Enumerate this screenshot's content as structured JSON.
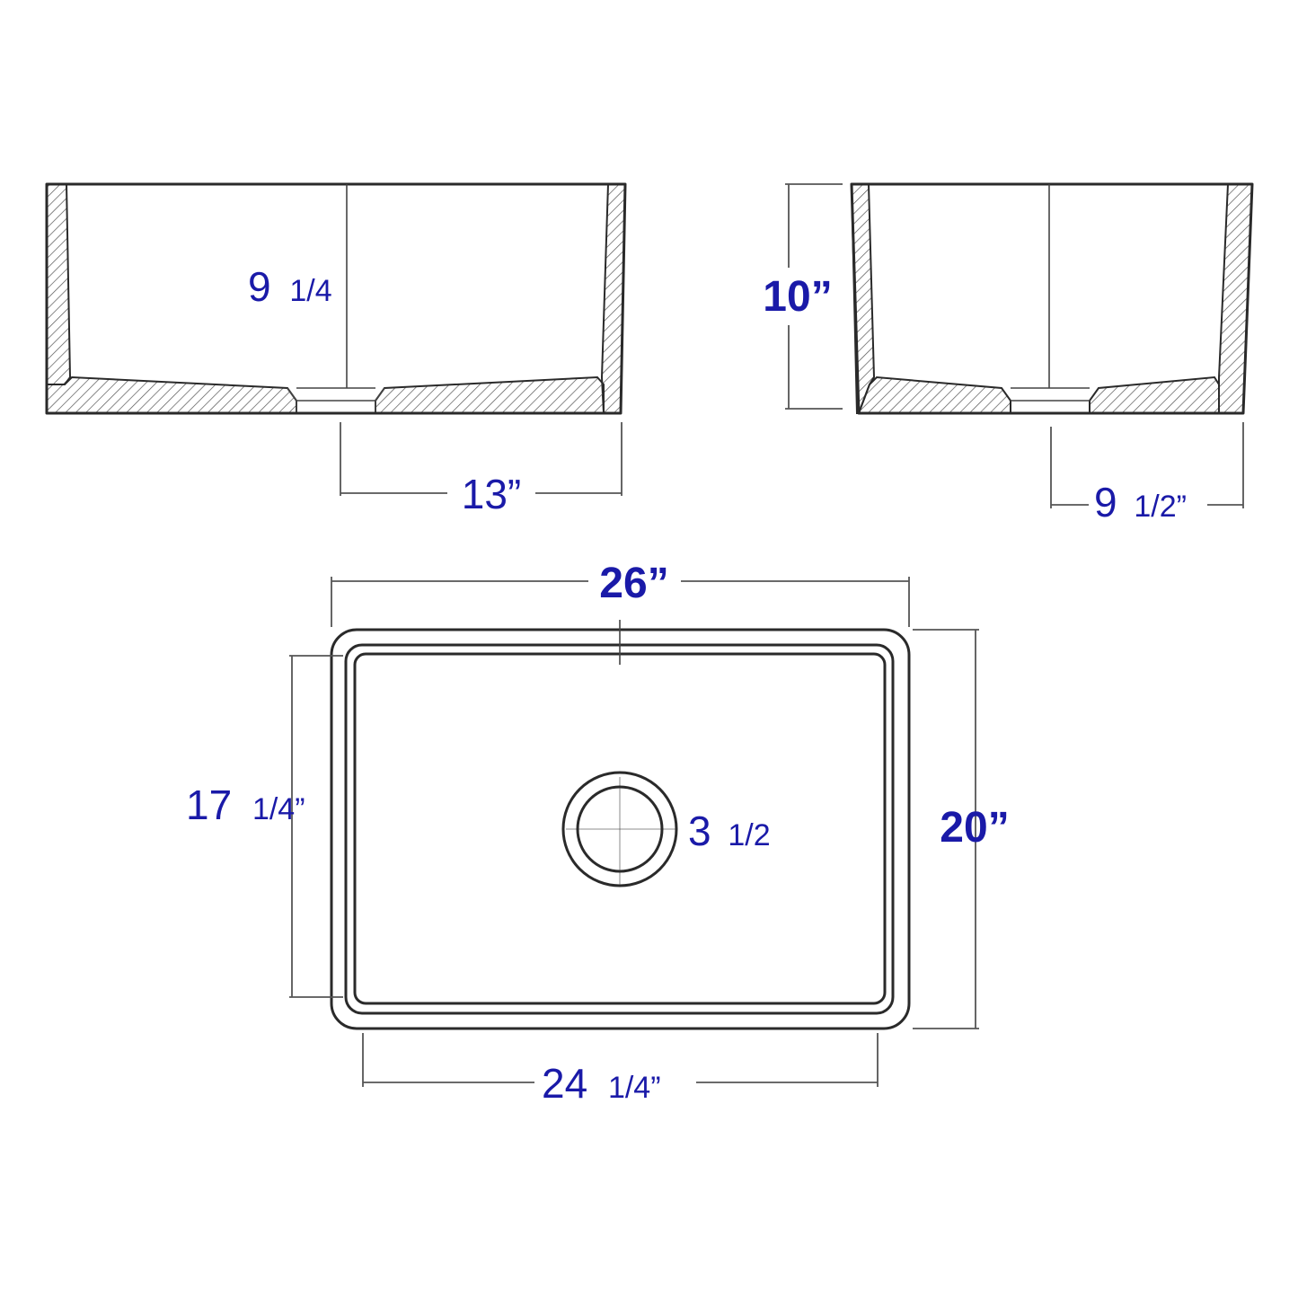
{
  "colors": {
    "label": "#1a1aa8",
    "line": "#2a2a2a",
    "background": "#ffffff"
  },
  "front_view": {
    "depth_whole": "9",
    "depth_fraction": "1/4",
    "drain_offset": "13”"
  },
  "side_view": {
    "height": "10”",
    "drain_offset_whole": "9",
    "drain_offset_fraction": "1/2”"
  },
  "top_view": {
    "overall_width": "26”",
    "overall_depth": "20”",
    "bowl_depth_whole": "17",
    "bowl_depth_fraction": "1/4”",
    "bowl_width_whole": "24",
    "bowl_width_fraction": "1/4”",
    "drain_whole": "3",
    "drain_fraction": "1/2"
  }
}
